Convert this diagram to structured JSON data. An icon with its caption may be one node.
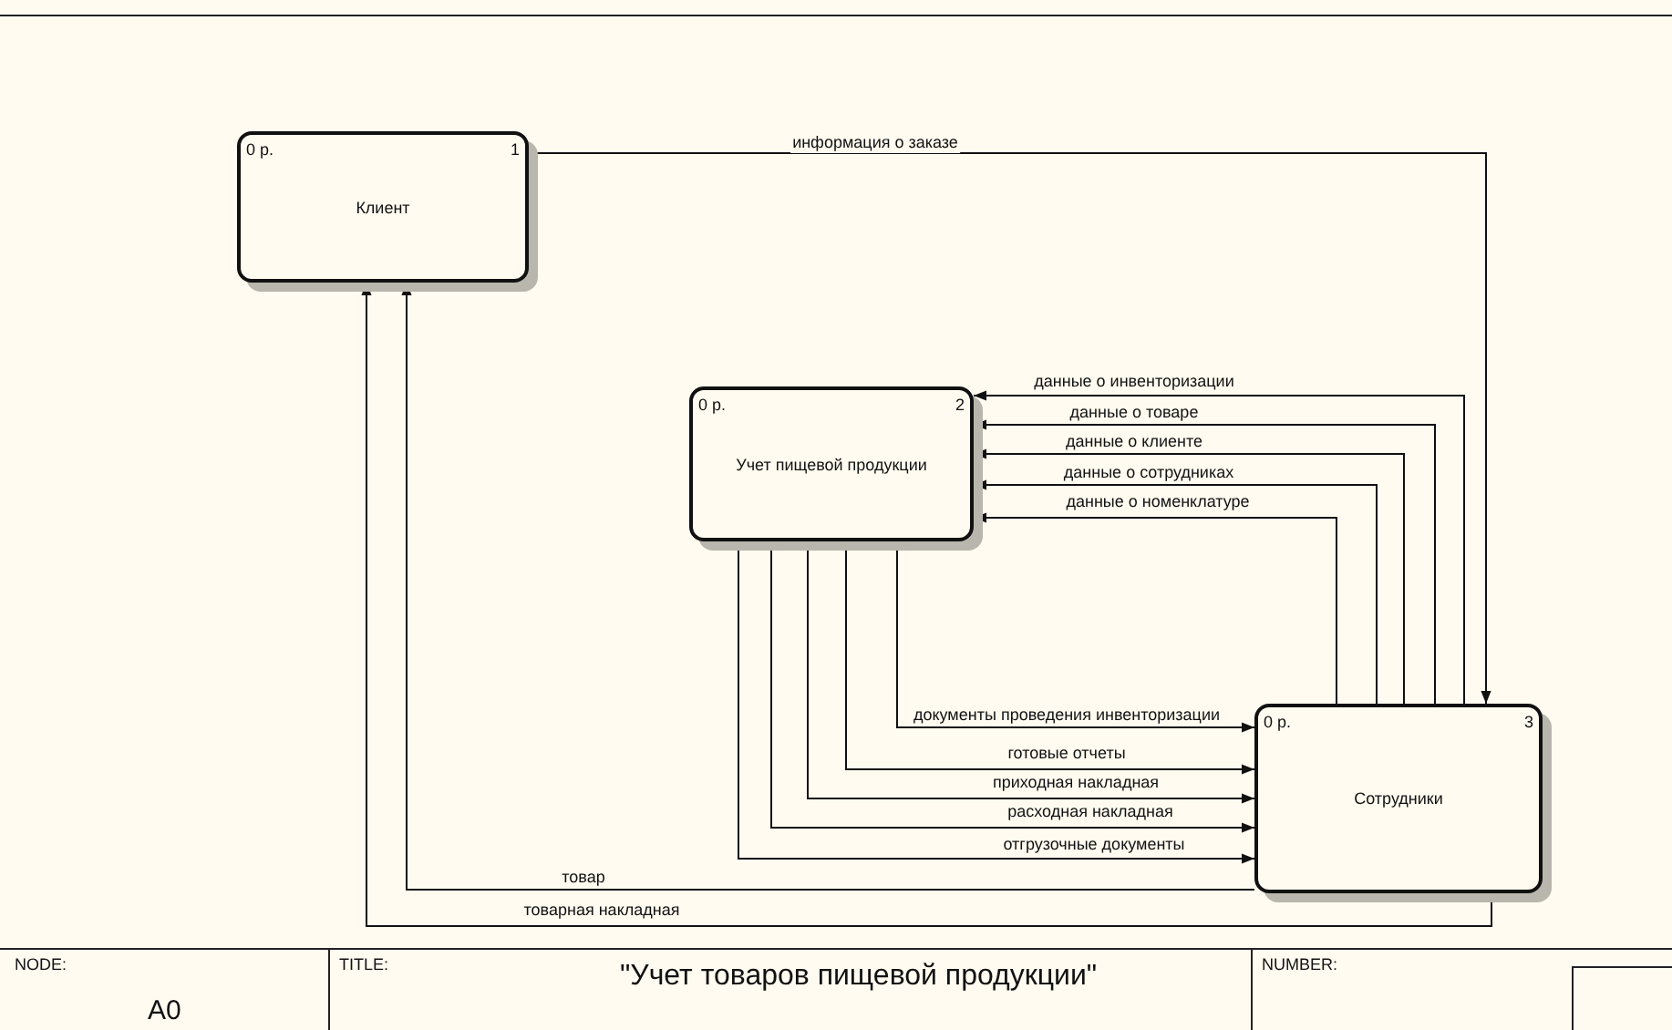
{
  "diagram": {
    "title": "\"Учет товаров пищевой продукции\"",
    "nodes": [
      {
        "text": [
          "0 р.",
          "1",
          "Клиент"
        ]
      },
      {
        "text": [
          "0 р.",
          "2",
          "Учет пищевой продукции"
        ]
      },
      {
        "text": [
          "0 р.",
          "3",
          "Сотрудники"
        ]
      }
    ],
    "edges": [
      {
        "from": 0,
        "to": 2,
        "arrow": "to",
        "label": "информация о заказе"
      },
      {
        "from": 2,
        "to": 1,
        "arrow": "to",
        "label": "данные о инвенторизации"
      },
      {
        "from": 2,
        "to": 1,
        "arrow": "to",
        "label": "данные о товаре"
      },
      {
        "from": 2,
        "to": 1,
        "arrow": "to",
        "label": "данные о клиенте"
      },
      {
        "from": 2,
        "to": 1,
        "arrow": "to",
        "label": "данные о сотрудниках"
      },
      {
        "from": 2,
        "to": 1,
        "arrow": "to",
        "label": "данные о номенклатуре"
      },
      {
        "from": 1,
        "to": 2,
        "arrow": "to",
        "label": "документы проведения инвенторизации"
      },
      {
        "from": 1,
        "to": 2,
        "arrow": "to",
        "label": "готовые отчеты"
      },
      {
        "from": 1,
        "to": 2,
        "arrow": "to",
        "label": "приходная накладная"
      },
      {
        "from": 1,
        "to": 2,
        "arrow": "to",
        "label": "расходная накладная"
      },
      {
        "from": 1,
        "to": 2,
        "arrow": "to",
        "label": "отгрузочные документы"
      },
      {
        "from": 2,
        "to": 0,
        "arrow": "to",
        "label": "товар"
      },
      {
        "from": 2,
        "to": 0,
        "arrow": "to",
        "label": "товарная накладная"
      }
    ],
    "labels": [
      "NODE:",
      "A0",
      "TITLE:",
      "NUMBER:"
    ]
  }
}
